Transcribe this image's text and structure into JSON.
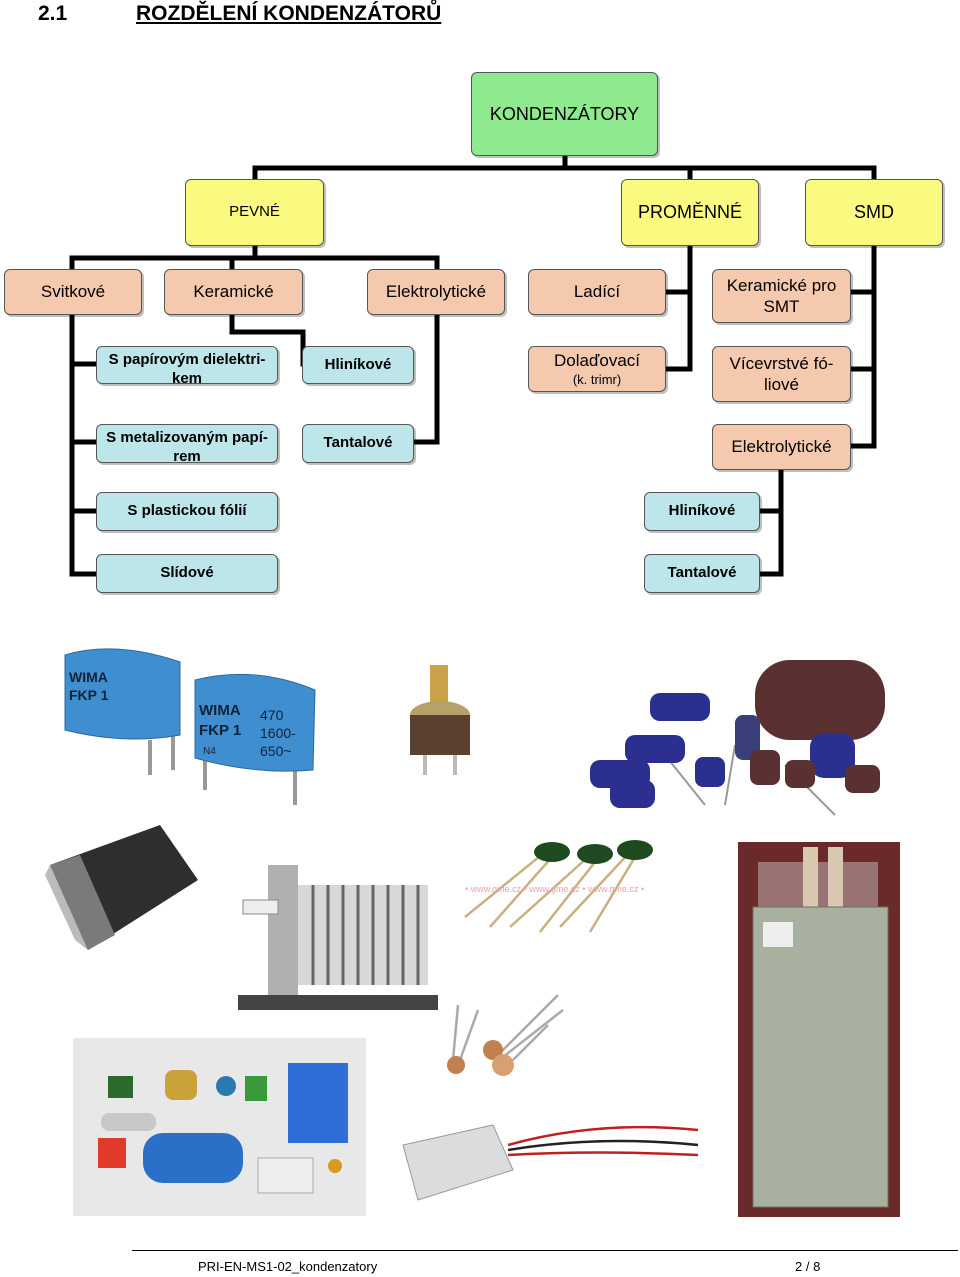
{
  "section": {
    "number": "2.1",
    "title": "ROZDĚLENÍ KONDENZÁTORŮ"
  },
  "tree": {
    "root": "KONDENZÁTORY",
    "level1": {
      "pevne": "PEVNÉ",
      "promenne": "PROMĚNNÉ",
      "smd": "SMD"
    },
    "pevne": {
      "svitkove": "Svitkové",
      "keramicke": "Keramické",
      "elektrolyticke": "Elektrolytické",
      "svitkove_items": [
        "S papírovým dielektri-kem",
        "S metalizovaným papí-rem",
        "S plastickou fólií",
        "Slídové"
      ],
      "elektrolyticke_items": [
        "Hliníkové",
        "Tantalové"
      ]
    },
    "promenne": {
      "ladici": "Ladící",
      "dolazovaci": "Dolaďovací",
      "dolazovaci_sub": "(k. trimr)"
    },
    "smd": {
      "keramicke_smt": "Keramické pro SMT",
      "vicevrstve": "Vícevrstvé fó-liové",
      "elektrolyticke": "Elektrolytické",
      "elektrolyticke_items": [
        "Hliníkové",
        "Tantalové"
      ]
    }
  },
  "photos": {
    "box_label_1": [
      "WIMA",
      "FKP 1",
      "470",
      "1600-",
      "650~",
      "N4"
    ],
    "watermark": "• www.gme.cz • www.gme.cz • www.gme.cz •"
  },
  "footer": {
    "doc": "PRI-EN-MS1-02_kondenzatory",
    "page": "2  /  8"
  },
  "colors": {
    "green": "#8fe98f",
    "yellow": "#fafa80",
    "salmon": "#f5c9ae",
    "cyan": "#bde6ea"
  }
}
